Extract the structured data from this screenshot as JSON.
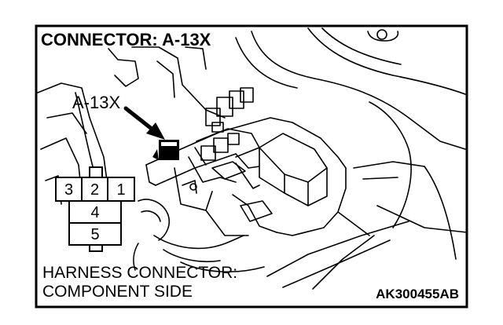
{
  "diagram": {
    "title": "CONNECTOR: A-13X",
    "callout_label": "A-13X",
    "connector_pins": [
      "3",
      "2",
      "1",
      "4",
      "5"
    ],
    "caption_line1": "HARNESS CONNECTOR:",
    "caption_line2": "COMPONENT SIDE",
    "figure_code": "AK300455AB"
  }
}
